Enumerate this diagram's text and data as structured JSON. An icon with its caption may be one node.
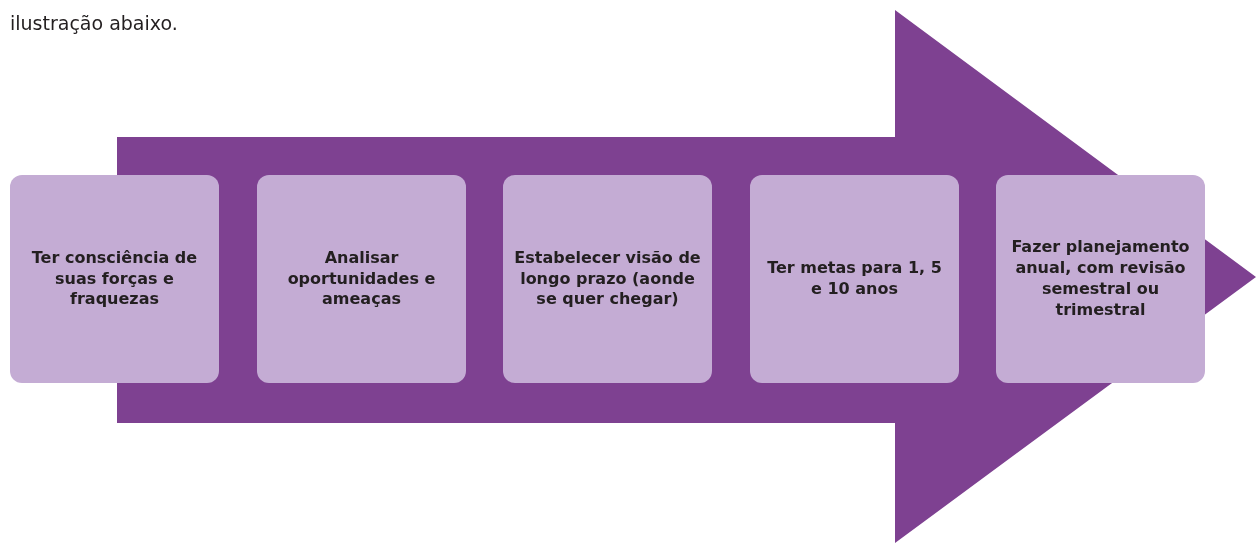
{
  "diagram": {
    "nodes": [
      {
        "text": [
          "Ter consciência de suas forças e fraquezas"
        ]
      },
      {
        "text": [
          "Analisar oportunidades e ameaças"
        ]
      },
      {
        "text": [
          "Estabelecer visão de longo prazo (aonde se quer chegar)"
        ]
      },
      {
        "text": [
          "Ter metas para 1, 5 e 10 anos"
        ]
      },
      {
        "text": [
          "Fazer planejamento anual, com revisão semestral ou trimestral"
        ]
      }
    ],
    "labels": [
      "ilustração abaixo."
    ]
  }
}
